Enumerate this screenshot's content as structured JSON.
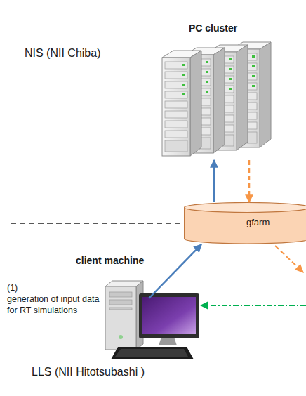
{
  "diagram": {
    "nodes": [
      {
        "text": [
          "PC cluster"
        ]
      },
      {
        "text": [
          "gfarm"
        ]
      },
      {
        "text": [
          "client machine"
        ]
      }
    ],
    "edges": [
      {
        "from": 1,
        "to": 0,
        "arrow": "to"
      },
      {
        "from": 0,
        "to": 1,
        "arrow": "to"
      },
      {
        "from": 2,
        "to": 1,
        "arrow": "to"
      }
    ],
    "labels": [
      "NIS (NII Chiba)",
      "(1)",
      "generation of input data for RT simulations",
      "LLS (NII Hitotsubashi )"
    ]
  }
}
